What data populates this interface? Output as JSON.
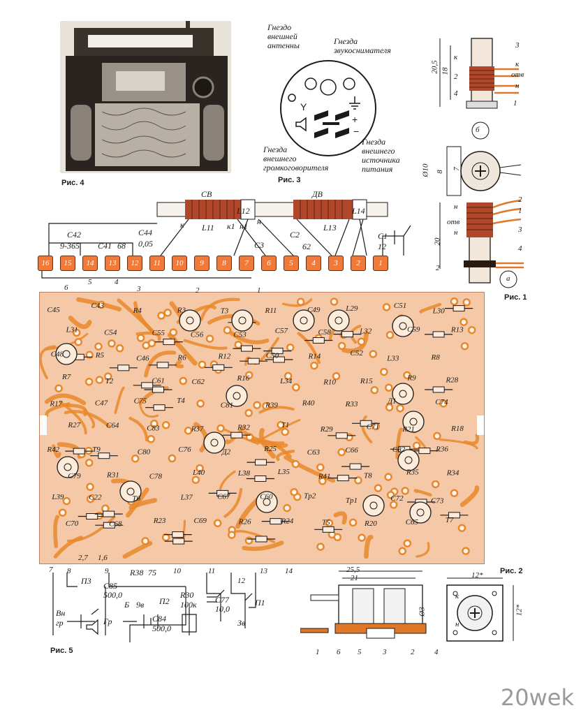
{
  "figures": {
    "fig4": {
      "caption": "Рис. 4"
    },
    "fig3": {
      "caption": "Рис. 3",
      "labels": {
        "antenna": "Гнездо\nвнешней\nантенны",
        "pickup": "Гнезда\nзвукоснимателя",
        "speaker": "Гнезда\nвнешнего\nгромкоговорителя",
        "power": "Гнезда\nвнешнего\nисточника\nпитания"
      }
    },
    "fig1": {
      "caption": "Рис. 1",
      "dims": {
        "d1": "20,5",
        "d2": "18",
        "d3": "8",
        "d4": "7",
        "d5": "Ø10",
        "d6": "20",
        "d7": "2"
      },
      "sub_b": "б",
      "sub_a": "а",
      "marks": [
        "3",
        "к",
        "2",
        "к",
        "отв",
        "н",
        "4",
        "1",
        "отв",
        "н",
        "1",
        "2",
        "3",
        "4",
        "н"
      ]
    },
    "fig2": {
      "caption": "Рис. 2",
      "dims": {
        "len_outer": "25,5",
        "len_inner": "21",
        "dia": "Ø3",
        "sq1": "12*",
        "sq2": "12*"
      },
      "parts": [
        "1",
        "6",
        "5",
        "3",
        "2",
        "4"
      ],
      "marks": [
        "к",
        "н"
      ]
    },
    "fig5": {
      "caption": "Рис. 5"
    },
    "antenna": {
      "cv": "СВ",
      "dv": "ДВ",
      "l12": "L12",
      "l14": "L14",
      "l11": "L11",
      "l13": "L13",
      "k": "к",
      "k1": "к1",
      "n": "н",
      "n1": "н1",
      "c42": "C42",
      "c42v": "9-365",
      "c44": "C44",
      "c44v": "0,05",
      "c41": "C41",
      "c41v": "68",
      "c3": "C3",
      "c2": "C2",
      "c2v": "62",
      "c1": "C1",
      "c1v": "12"
    },
    "terminals": [
      "16",
      "15",
      "14",
      "13",
      "12",
      "11",
      "10",
      "9",
      "8",
      "7",
      "6",
      "5",
      "4",
      "3",
      "2",
      "1"
    ],
    "board_pins_top": [
      "6",
      "5",
      "4",
      "3",
      "2",
      "1"
    ],
    "board_pins_bottom": [
      "7",
      "8",
      "9",
      "10",
      "11",
      "12",
      "13",
      "14"
    ],
    "board_labels": [
      "C45",
      "C43",
      "R4",
      "R3",
      "T3",
      "R11",
      "C49",
      "L29",
      "C51",
      "L30",
      "L31",
      "C54",
      "C55",
      "C56",
      "C53",
      "C57",
      "C58",
      "L32",
      "C59",
      "R13",
      "C48",
      "R5",
      "C46",
      "R6",
      "R12",
      "C50",
      "R14",
      "C52",
      "L33",
      "R8",
      "R7",
      "T2",
      "C61",
      "C62",
      "R16",
      "L34",
      "R10",
      "R15",
      "R9",
      "R28",
      "R17",
      "C47",
      "C75",
      "T4",
      "C81",
      "R39",
      "R40",
      "R33",
      "Д1",
      "C74",
      "R27",
      "C64",
      "C83",
      "R37",
      "R32",
      "T1",
      "R29",
      "C71",
      "R21",
      "R18",
      "R42",
      "T9",
      "C80",
      "C76",
      "Д2",
      "R25",
      "C63",
      "C66",
      "C82",
      "R36",
      "C79",
      "R31",
      "C78",
      "L40",
      "L38",
      "L35",
      "R41",
      "T8",
      "R35",
      "R34",
      "L39",
      "C22",
      "T6",
      "L37",
      "C67",
      "C60",
      "Tp2",
      "Tp1",
      "C72",
      "C73",
      "C70",
      "C68",
      "R23",
      "C69",
      "R26",
      "R24",
      "T5",
      "R20",
      "C65",
      "T7"
    ],
    "schem": {
      "p3": "П3",
      "c85": "C85",
      "c85v": "500,0",
      "r38": "R38",
      "r38v": "75",
      "b": "Б",
      "b9v": "9в",
      "p2": "П2",
      "r30": "R30",
      "r30v": "100к",
      "c77": "C77",
      "c77v": "10,0",
      "p1": "П1",
      "vn": "Вн",
      "gr": "гр",
      "gr2": "Гр",
      "c84": "C84",
      "c84v": "500,0",
      "zv": "Зв",
      "pin27": "2,7",
      "pin16": "1,6"
    }
  },
  "watermark": "20wek",
  "colors": {
    "board": "#f5c9a7",
    "trace": "#e8882a",
    "terminal": "#f07a3a",
    "ink": "#1a1a1a"
  }
}
